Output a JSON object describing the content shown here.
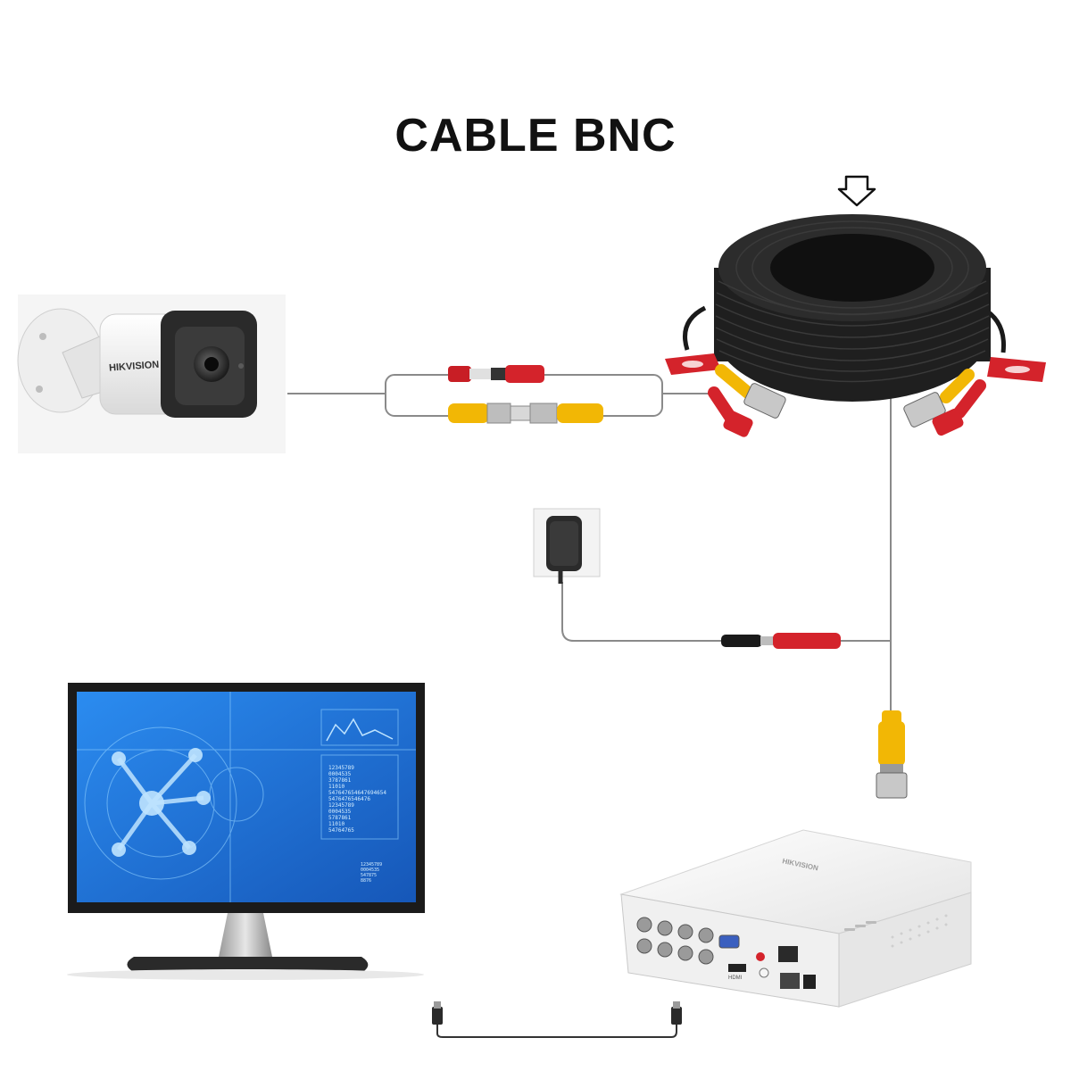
{
  "title": "CABLE BNC",
  "camera": {
    "brand": "HIKVISION"
  },
  "dvr": {
    "brand": "HIKVISION",
    "hdmi_label": "HDMI"
  },
  "monitor": {
    "screen_lines_a": [
      "12345789",
      "0004535",
      "3787861",
      "11010",
      "547647654647694654",
      "5476476546476",
      "12345789",
      "0004535",
      "5787861",
      "11010",
      "54764765"
    ],
    "screen_lines_b": [
      "12345789",
      "0004535",
      "547875",
      "8876"
    ]
  },
  "colors": {
    "power_red": "#d4232b",
    "video_yellow": "#f2b705",
    "cable_black": "#1a1a1a",
    "screen_blue": "#1e6fd9",
    "wire_gray": "#8a8a8a"
  }
}
